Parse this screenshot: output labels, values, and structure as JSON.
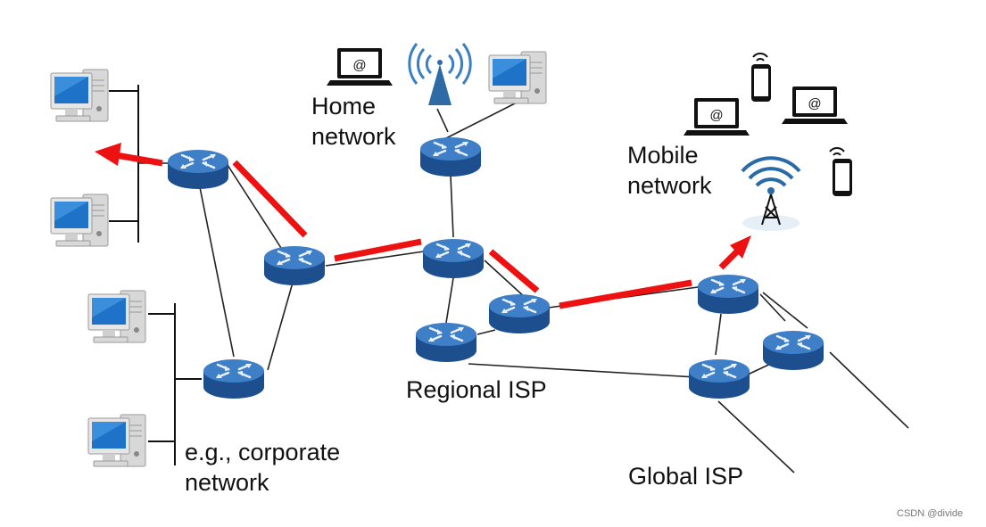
{
  "labels": {
    "home": [
      "Home",
      "network"
    ],
    "mobile": [
      "Mobile",
      "network"
    ],
    "regional": "Regional ISP",
    "global": "Global ISP",
    "corporate": [
      "e.g., corporate",
      "network"
    ]
  },
  "watermark": "CSDN @divide⁠",
  "colors": {
    "router_top": "#3f7fc7",
    "router_side": "#1d4f8f",
    "path": "#ee1111",
    "link": "#222222",
    "monitor_screen": "#1e73c8",
    "tower": "#2a6aa8"
  },
  "icons": {
    "router": "router-icon",
    "desktop": "desktop-computer-icon",
    "laptop": "laptop-icon",
    "phone": "smartphone-icon",
    "wifi": "wifi-antenna-icon",
    "tower": "cell-tower-icon"
  }
}
